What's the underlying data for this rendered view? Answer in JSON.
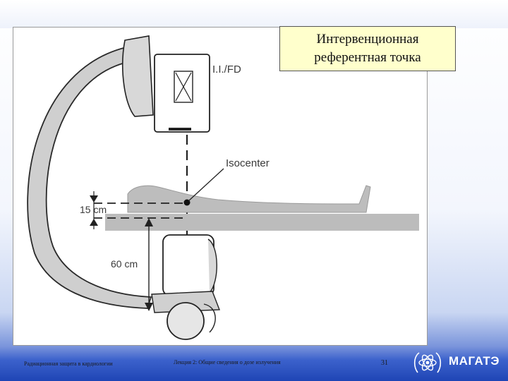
{
  "callout": {
    "line1": "Интервенционная",
    "line2": "референтная точка"
  },
  "diagram": {
    "detector_label": "I.I./FD",
    "isocenter_label": "Isocenter",
    "dim_small_label": "15 cm",
    "dim_large_label": "60 cm"
  },
  "footer": {
    "course": "Радиационная защита в кардиологии",
    "lecture": "Лекция 2: Общие сведения о дозе излучения",
    "page_number": "31",
    "brand": "МАГАТЭ"
  },
  "icons": {
    "emblem": "iaea-atom-emblem-icon"
  }
}
